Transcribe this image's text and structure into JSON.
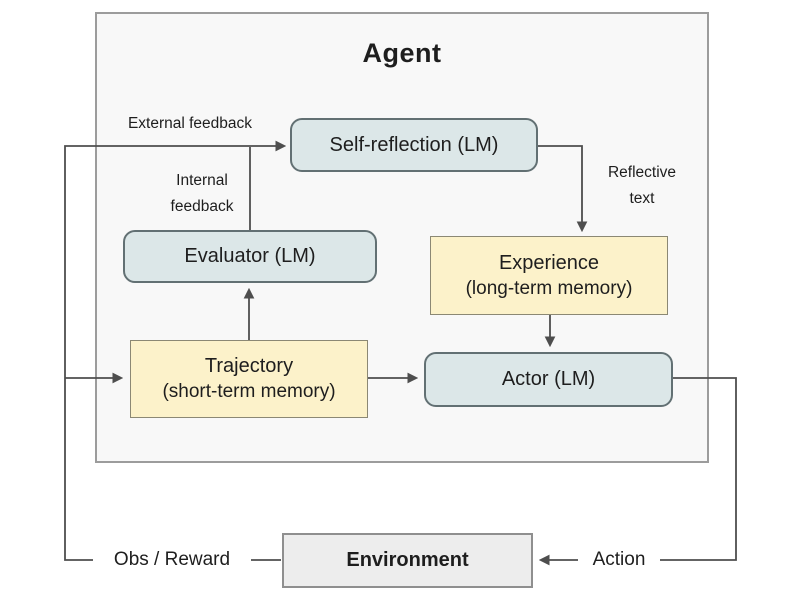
{
  "diagram": {
    "title": "Agent",
    "nodes": {
      "self_reflection": {
        "label": "Self-reflection (LM)"
      },
      "evaluator": {
        "label": "Evaluator (LM)"
      },
      "experience": {
        "label": "Experience",
        "sublabel": "(long-term memory)"
      },
      "trajectory": {
        "label": "Trajectory",
        "sublabel": "(short-term memory)"
      },
      "actor": {
        "label": "Actor (LM)"
      },
      "environment": {
        "label": "Environment"
      }
    },
    "edge_labels": {
      "external_feedback": "External feedback",
      "internal_feedback": {
        "line1": "Internal",
        "line2": "feedback"
      },
      "reflective_text": {
        "line1": "Reflective",
        "line2": "text"
      },
      "obs_reward": "Obs / Reward",
      "action": "Action"
    },
    "colors": {
      "node_blue_fill": "#dce7e8",
      "node_blue_border": "#627073",
      "node_yellow_fill": "#fcf2ca",
      "node_yellow_border": "#8b8874",
      "env_fill": "#ededed",
      "env_border": "#8f8f8f",
      "agent_fill": "#f8f8f8",
      "agent_border": "#9c9c9c",
      "line": "#4e4e4e",
      "text_color": "#1e1e1e"
    }
  }
}
